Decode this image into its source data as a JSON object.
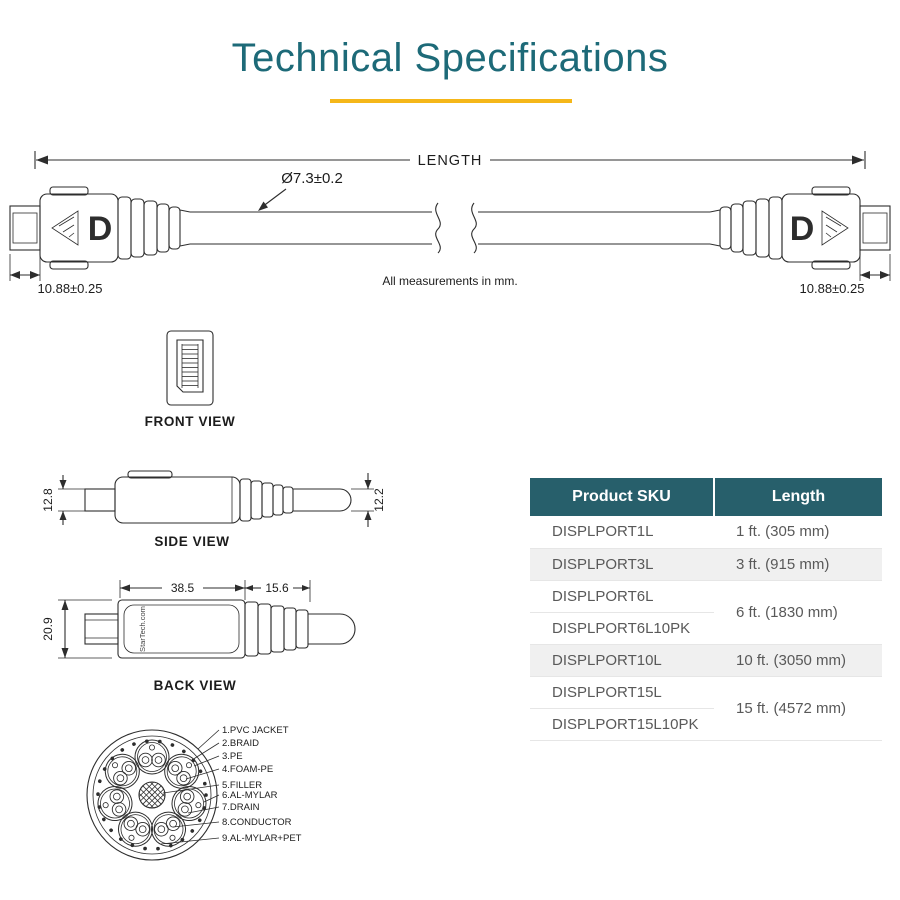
{
  "colors": {
    "accent": "#f5b719",
    "title_text": "#1d6a78",
    "table_header_bg": "#275f6b",
    "table_row_alt": "#f0f0f0",
    "cell_text": "#595959"
  },
  "page": {
    "title": "Technical Specifications"
  },
  "cable_diagram": {
    "length_label": "LENGTH",
    "diameter_label": "Ø7.3±0.2",
    "left_dim": "10.88±0.25",
    "right_dim": "10.88±0.25",
    "note": "All measurements in mm.",
    "logo_letter": "D"
  },
  "views": {
    "front": {
      "label": "FRONT VIEW"
    },
    "side": {
      "label": "SIDE VIEW",
      "dim_left": "12.8",
      "dim_right": "12.2"
    },
    "back": {
      "label": "BACK VIEW",
      "dim_body": "38.5",
      "dim_boot": "15.6",
      "dim_height": "20.9",
      "brand": "StarTech.com"
    }
  },
  "cross_section": {
    "labels": [
      "1.PVC JACKET",
      "2.BRAID",
      "3.PE",
      "4.FOAM-PE",
      "5.FILLER",
      "6.AL-MYLAR",
      "7.DRAIN",
      "8.CONDUCTOR",
      "9.AL-MYLAR+PET"
    ]
  },
  "table": {
    "headers": [
      "Product SKU",
      "Length"
    ],
    "groups": [
      {
        "skus": [
          "DISPLPORT1L"
        ],
        "length": "1 ft. (305 mm)"
      },
      {
        "skus": [
          "DISPLPORT3L"
        ],
        "length": "3 ft. (915 mm)"
      },
      {
        "skus": [
          "DISPLPORT6L",
          "DISPLPORT6L10PK"
        ],
        "length": "6 ft. (1830 mm)"
      },
      {
        "skus": [
          "DISPLPORT10L"
        ],
        "length": "10 ft. (3050 mm)"
      },
      {
        "skus": [
          "DISPLPORT15L",
          "DISPLPORT15L10PK"
        ],
        "length": "15 ft. (4572 mm)"
      }
    ]
  }
}
